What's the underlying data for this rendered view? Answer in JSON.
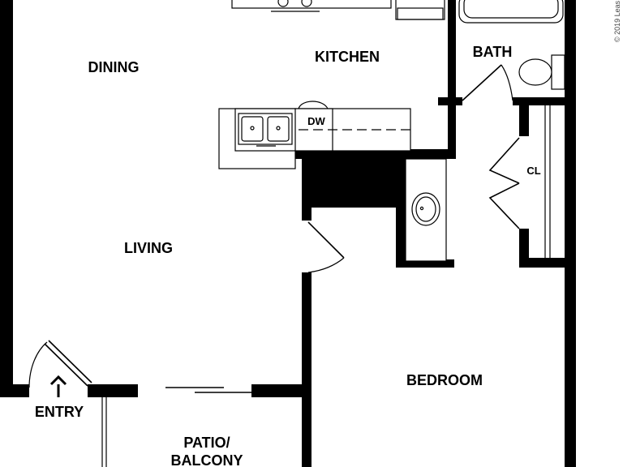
{
  "rooms": {
    "dining": "DINING",
    "kitchen": "KITCHEN",
    "bath": "BATH",
    "living": "LIVING",
    "bedroom": "BEDROOM",
    "closet": "CL",
    "dishwasher": "DW",
    "entry": "ENTRY",
    "patio_line1": "PATIO/",
    "patio_line2": "BALCONY"
  },
  "copyright": "© 2019 Leas",
  "colors": {
    "wall": "#000000",
    "background": "#ffffff"
  }
}
